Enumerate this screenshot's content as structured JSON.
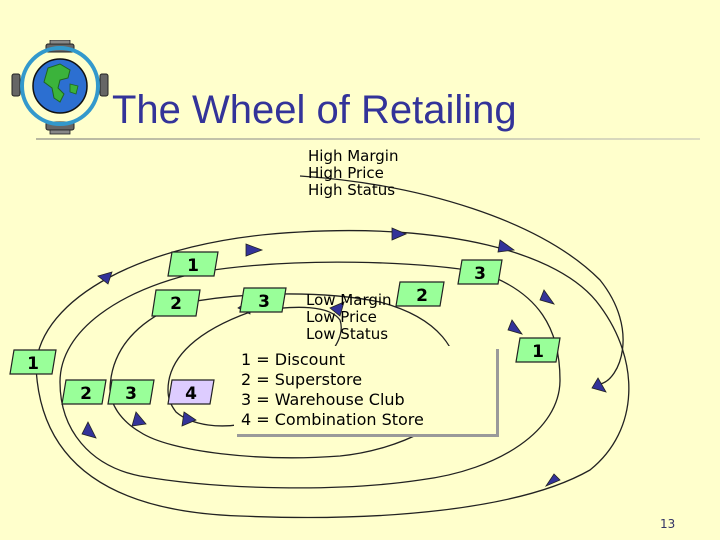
{
  "slide": {
    "title": "The Wheel of Retailing",
    "page_number": "13"
  },
  "high_labels": [
    "High Margin",
    "High Price",
    "High Status"
  ],
  "low_labels": [
    "Low Margin",
    "Low Price",
    "Low Status"
  ],
  "legend": [
    "1 = Discount",
    "2 = Superstore",
    "3 = Warehouse Club",
    "4 = Combination Store"
  ],
  "badges": {
    "outer_top": "1",
    "outer_right": "1",
    "outer_left": "1",
    "second_top": "2",
    "second_right": "2",
    "second_bottom": "2",
    "third_top": "3",
    "third_right": "3",
    "third_bottom": "3",
    "inner_bottom": "4"
  },
  "colors": {
    "background": "#ffffcc",
    "title": "#333399",
    "badge_fill": "#99ff99",
    "badge_fill_inner": "#ddccff",
    "arrow": "#333399"
  },
  "icons": [
    "globe-logo-icon"
  ]
}
